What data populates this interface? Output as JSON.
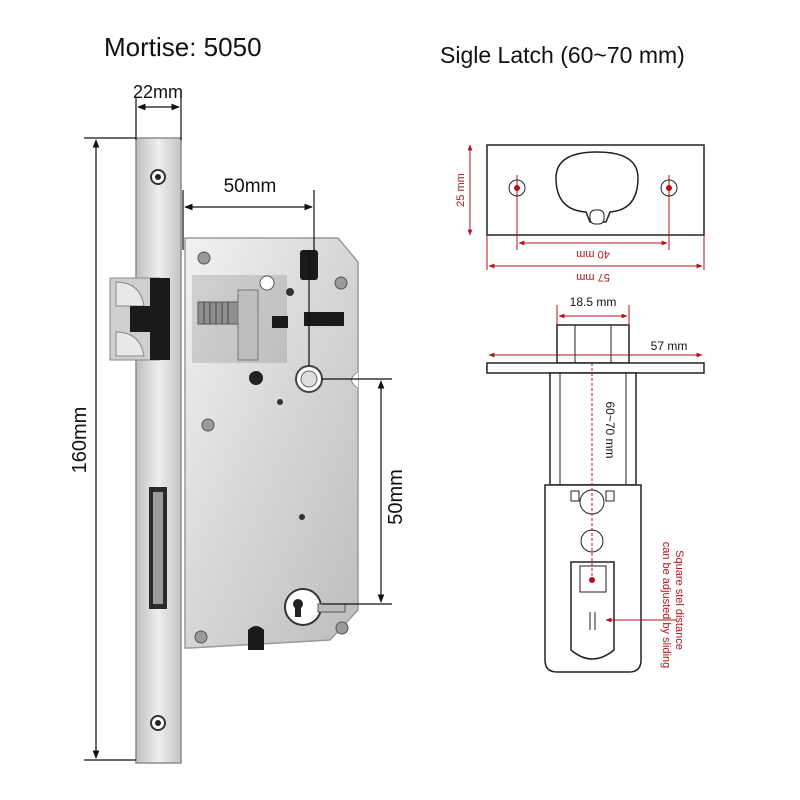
{
  "titles": {
    "mortise": "Mortise: 5050",
    "latch": "Sigle Latch  (60~70 mm)"
  },
  "mortise_dims": {
    "faceplate_width": "22mm",
    "backset": "50mm",
    "height": "160mm",
    "center_distance": "50mm"
  },
  "latch_dims": {
    "plate_height": "25 mm",
    "hole_spacing": "40 mm",
    "plate_width": "57 mm",
    "spindle_width": "18.5 mm",
    "faceplate_width": "57 mm",
    "backset_range": "60~70 mm",
    "note_line1": "Square stel distance",
    "note_line2": "can be adjusted by sliding"
  },
  "colors": {
    "dimension_red": "#b3121b",
    "steel": "#d9d9d9",
    "black_parts": "#1a1a1a"
  },
  "icons": [
    "lock-body",
    "latch-bolt",
    "deadbolt",
    "cylinder-hole",
    "spindle-hole",
    "screw-hole"
  ]
}
